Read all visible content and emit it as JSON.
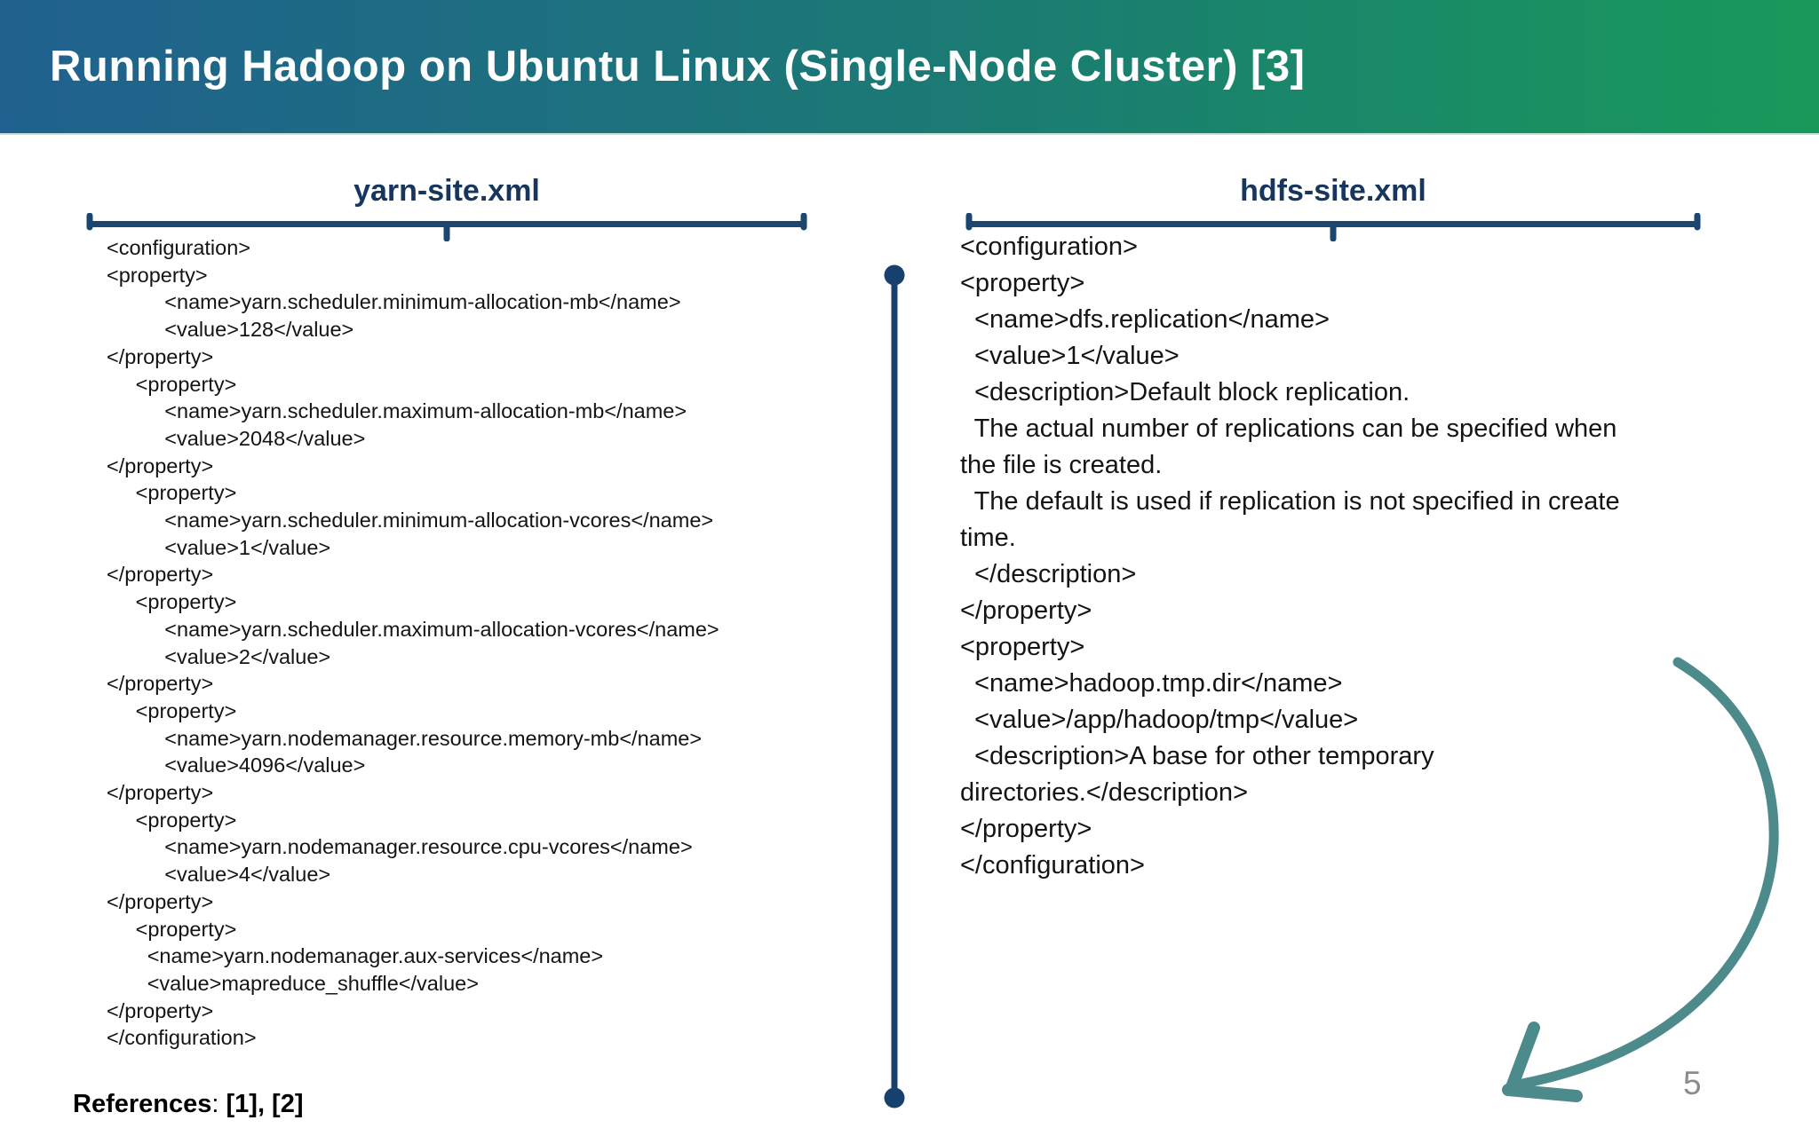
{
  "header": {
    "title": "Running Hadoop on Ubuntu Linux (Single-Node Cluster) [3]"
  },
  "panels": {
    "left": {
      "title": "yarn-site.xml",
      "code_lines": [
        "<configuration>",
        "<property>",
        "          <name>yarn.scheduler.minimum-allocation-mb</name>",
        "          <value>128</value>",
        "</property>",
        "     <property>",
        "          <name>yarn.scheduler.maximum-allocation-mb</name>",
        "          <value>2048</value>",
        "</property>",
        "     <property>",
        "          <name>yarn.scheduler.minimum-allocation-vcores</name>",
        "          <value>1</value>",
        "</property>",
        "     <property>",
        "          <name>yarn.scheduler.maximum-allocation-vcores</name>",
        "          <value>2</value>",
        "</property>",
        "     <property>",
        "          <name>yarn.nodemanager.resource.memory-mb</name>",
        "          <value>4096</value>",
        "</property>",
        "     <property>",
        "          <name>yarn.nodemanager.resource.cpu-vcores</name>",
        "          <value>4</value>",
        "</property>",
        "     <property>",
        "       <name>yarn.nodemanager.aux-services</name>",
        "       <value>mapreduce_shuffle</value>",
        "</property>",
        "</configuration>"
      ]
    },
    "right": {
      "title": "hdfs-site.xml",
      "code_lines": [
        "<configuration>",
        "<property>",
        "  <name>dfs.replication</name>",
        "  <value>1</value>",
        "  <description>Default block replication.",
        "  The actual number of replications can be specified when",
        "the file is created.",
        "  The default is used if replication is not specified in create",
        "time.",
        "  </description>",
        "</property>",
        "<property>",
        "  <name>hadoop.tmp.dir</name>",
        "  <value>/app/hadoop/tmp</value>",
        "  <description>A base for other temporary",
        "directories.</description>",
        "</property>",
        "</configuration>"
      ]
    }
  },
  "footer": {
    "references_label": "References",
    "references_separator": ": ",
    "references_items": "[1], [2]",
    "page_number": "5"
  },
  "icons": {
    "divider": "vertical-divider-line",
    "arrow": "hand-drawn-curved-arrow",
    "brackets": "underbrace-bracket"
  },
  "colors": {
    "header_gradient_start": "#20618f",
    "header_gradient_mid": "#1b7a74",
    "header_gradient_end": "#18995a",
    "header_text": "#ffffff",
    "panel_title": "#17365d",
    "bracket": "#1a4670",
    "divider": "#17406e",
    "code_text": "#141414",
    "arrow": "#4d8a8c",
    "page_number": "#8c8c8c"
  }
}
